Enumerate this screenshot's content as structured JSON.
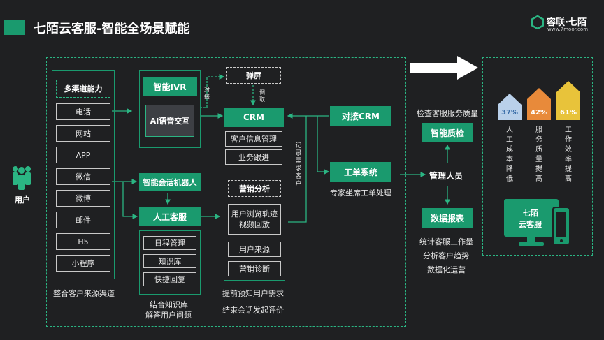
{
  "header": {
    "title": "七陌云客服-智能全场景赋能",
    "brand_name": "容联·七陌",
    "brand_url": "www.7moor.com"
  },
  "user": {
    "label": "用户"
  },
  "channels": {
    "title": "多渠道能力",
    "items": [
      "电话",
      "网站",
      "APP",
      "微信",
      "微博",
      "邮件",
      "H5",
      "小程序"
    ],
    "caption": "整合客户来源渠道"
  },
  "ivr": {
    "title": "智能IVR",
    "ai": "AI语音交互",
    "connect_label": "对接"
  },
  "popup": {
    "label": "弹屏",
    "fetch_label": "调取"
  },
  "crm": {
    "title": "CRM",
    "items": [
      "客户信息管理",
      "业务跟进"
    ],
    "record_label": "记录需求客户"
  },
  "robot": {
    "label": "智能会话机器人"
  },
  "agent": {
    "title": "人工客服",
    "items": [
      "日程管理",
      "知识库",
      "快捷回复"
    ],
    "caption_1": "结合知识库",
    "caption_2": "解答用户问题"
  },
  "marketing": {
    "title": "营销分析",
    "items": [
      "用户浏览轨迹\n视频回放",
      "用户来源",
      "营销诊断"
    ],
    "caption_1": "提前预知用户需求",
    "caption_2": "结束会话发起评价"
  },
  "crm_connect": {
    "label": "对接CRM"
  },
  "ticket": {
    "title": "工单系统",
    "caption": "专家坐席工单处理"
  },
  "quality": {
    "caption": "检查客服服务质量",
    "label": "智能质检"
  },
  "manager": {
    "label": "管理人员"
  },
  "report": {
    "label": "数据报表",
    "captions": [
      "统计客服工作量",
      "分析客户趋势",
      "数据化运营"
    ]
  },
  "results": {
    "items": [
      {
        "value": "37%",
        "text": "人工成本降低",
        "color": "#b9d0ea"
      },
      {
        "value": "42%",
        "text": "服务质量提高",
        "color": "#e88a3a"
      },
      {
        "value": "61%",
        "text": "工作效率提高",
        "color": "#e8c33a"
      }
    ],
    "monitor_line1": "七陌",
    "monitor_line2": "云客服"
  }
}
